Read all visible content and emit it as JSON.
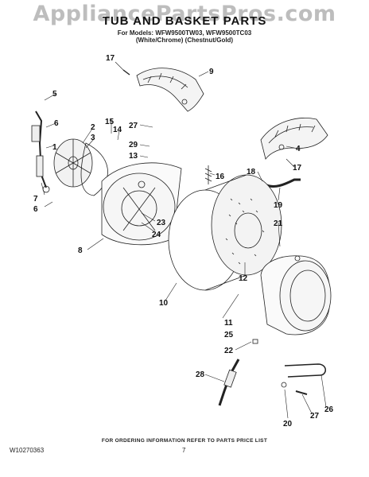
{
  "watermark": "AppliancePartsPros.com",
  "title": "TUB AND BASKET PARTS",
  "models_line": "For Models: WFW9500TW03, WFW9500TC03",
  "colors_line": "(White/Chrome)   (Chestnut/Gold)",
  "footer": "FOR ORDERING INFORMATION REFER TO PARTS PRICE LIST",
  "doc_number": "W10270363",
  "page_number": "7",
  "callouts": {
    "c17a": "17",
    "c9": "9",
    "c5": "5",
    "c6a": "6",
    "c1": "1",
    "c2": "2",
    "c3": "3",
    "c15": "15",
    "c14": "14",
    "c27a": "27",
    "c29": "29",
    "c13": "13",
    "c7": "7",
    "c6b": "6",
    "c16": "16",
    "c4": "4",
    "c17b": "17",
    "c18": "18",
    "c19": "19",
    "c23": "23",
    "c24": "24",
    "c8": "8",
    "c21": "21",
    "c12": "12",
    "c10": "10",
    "c11": "11",
    "c25": "25",
    "c22": "22",
    "c28": "28",
    "c20": "20",
    "c27b": "27",
    "c26": "26"
  }
}
